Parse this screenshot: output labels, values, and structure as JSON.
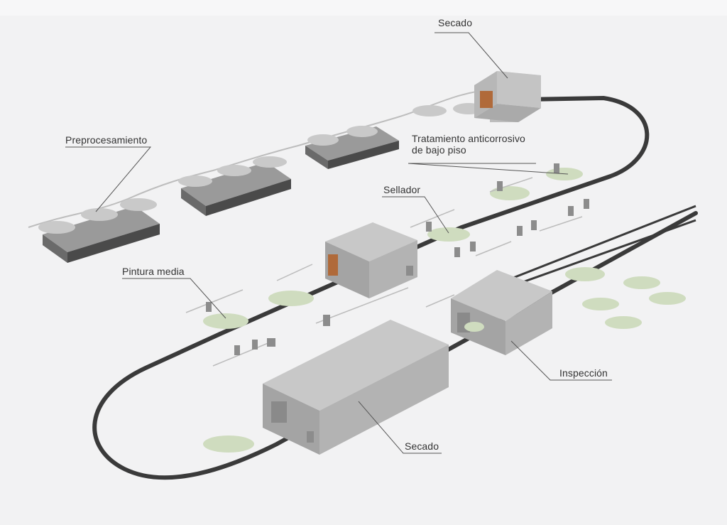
{
  "labels": {
    "secado_top": "Secado",
    "preprocesamiento": "Preprocesamiento",
    "tratamiento_line1": "Tratamiento anticorrosivo",
    "tratamiento_line2": "de bajo piso",
    "sellador": "Sellador",
    "pintura_media": "Pintura media",
    "inspeccion": "Inspección",
    "secado_bottom": "Secado"
  },
  "colors": {
    "background": "#f2f2f3",
    "track": "#3a3a3a",
    "booth": "#b7b7b7",
    "car_body": "#cfdcbf",
    "raw_body": "#c9c9c9",
    "label_text": "#333333",
    "oven_glow": "#b06a3a"
  }
}
